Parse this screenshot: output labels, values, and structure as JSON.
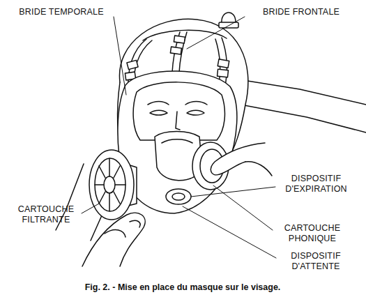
{
  "diagram": {
    "caption": "Fig. 2. - Mise en place du masque sur le visage.",
    "labels": [
      "BRIDE TEMPORALE",
      "BRIDE FRONTALE",
      "DISPOSITIF D'EXPIRATION",
      "CARTOUCHE FILTRANTE",
      "CARTOUCHE PHONIQUE",
      "DISPOSITIF D'ATTENTE"
    ]
  }
}
